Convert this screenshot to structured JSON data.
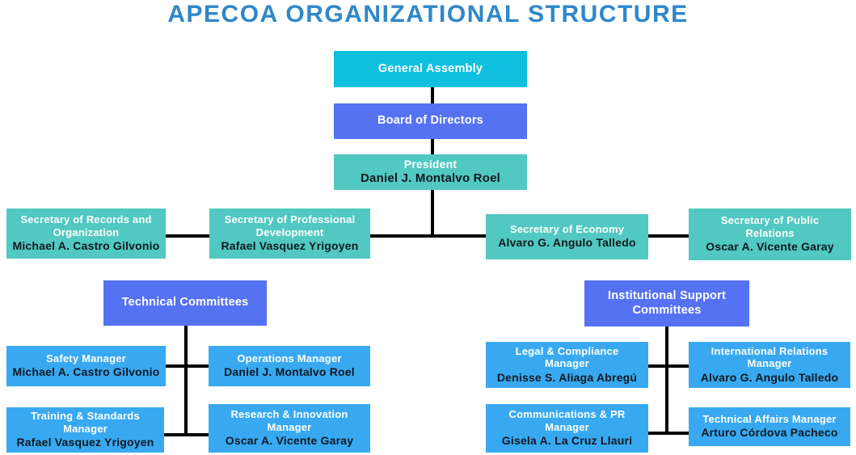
{
  "title": "APECOA ORGANIZATIONAL STRUCTURE",
  "colors": {
    "title_text": "#2F87C9",
    "general_assembly_box": "#10BFDE",
    "committee_header_box": "#5572F3",
    "secretary_box": "#51C8C2",
    "manager_box": "#38A9F1",
    "connector_line": "#000000",
    "role_text": "#FFFFFF",
    "name_text": "#101820"
  },
  "nodes": {
    "general_assembly": {
      "role": "General Assembly"
    },
    "board_of_directors": {
      "role": "Board of Directors"
    },
    "president": {
      "role": "President",
      "name": "Daniel J. Montalvo Roel"
    },
    "secretaries": [
      {
        "role": "Secretary of Records and\nOrganization",
        "name": "Michael A. Castro Gilvonio"
      },
      {
        "role": "Secretary of Professional\nDevelopment",
        "name": "Rafael Vasquez Yrigoyen"
      },
      {
        "role": "Secretary of Economy",
        "name": "Alvaro G. Angulo Talledo"
      },
      {
        "role": "Secretary of Public\nRelations",
        "name": "Oscar A. Vicente Garay"
      }
    ],
    "technical_committees": {
      "role": "Technical Committees",
      "members": [
        {
          "role": "Safety Manager",
          "name": "Michael A. Castro Gilvonio"
        },
        {
          "role": "Operations Manager",
          "name": "Daniel J. Montalvo Roel"
        },
        {
          "role": "Training & Standards\nManager",
          "name": "Rafael Vasquez Yrigoyen"
        },
        {
          "role": "Research & Innovation\nManager",
          "name": "Oscar A. Vicente Garay"
        }
      ]
    },
    "institutional_support_committees": {
      "role": "Institutional Support\nCommittees",
      "members": [
        {
          "role": "Legal & Compliance\nManager",
          "name": "Denisse S. Aliaga Abregú"
        },
        {
          "role": "International Relations\nManager",
          "name": "Alvaro G. Angulo Talledo"
        },
        {
          "role": "Communications & PR\nManager",
          "name": "Gisela A. La Cruz Llauri"
        },
        {
          "role": "Technical Affairs Manager",
          "name": "Arturo Córdova Pacheco"
        }
      ]
    }
  }
}
